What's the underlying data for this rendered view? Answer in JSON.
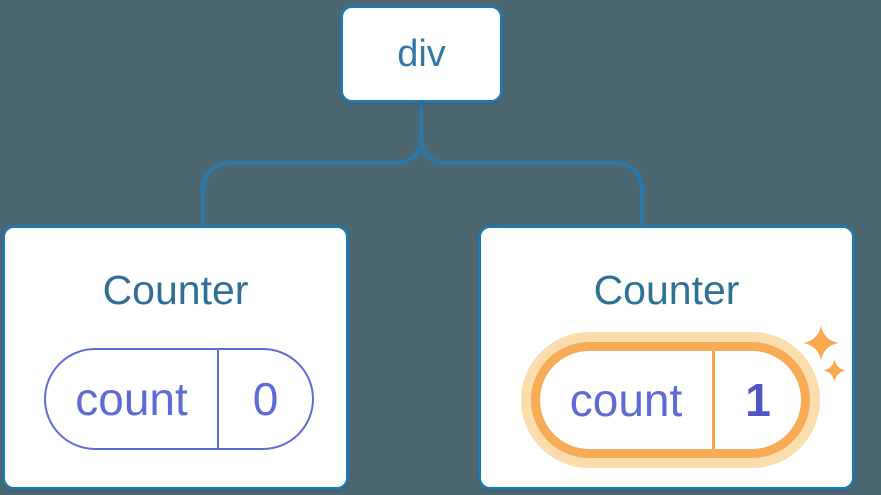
{
  "diagram": {
    "description": "React component tree with state",
    "root": {
      "label": "div"
    },
    "children": [
      {
        "title": "Counter",
        "state": {
          "name": "count",
          "value": "0"
        },
        "highlighted": false
      },
      {
        "title": "Counter",
        "state": {
          "name": "count",
          "value": "1"
        },
        "highlighted": true
      }
    ]
  },
  "colors": {
    "background": "#4C6770",
    "node_fill": "#FFFFFF",
    "node_border": "#2277AE",
    "connector": "#2A77A8",
    "root_label": "#3478A6",
    "card_title": "#2F7096",
    "state_purple": "#5F6BD5",
    "state_value_bold": "#4E57C5",
    "highlight_ring": "#F6AC54",
    "highlight_ring_pale": "#FBDCAC",
    "sparkle": "#F6A94F"
  },
  "icons": {
    "sparkle_large": "sparkle-icon",
    "sparkle_small": "sparkle-icon"
  }
}
